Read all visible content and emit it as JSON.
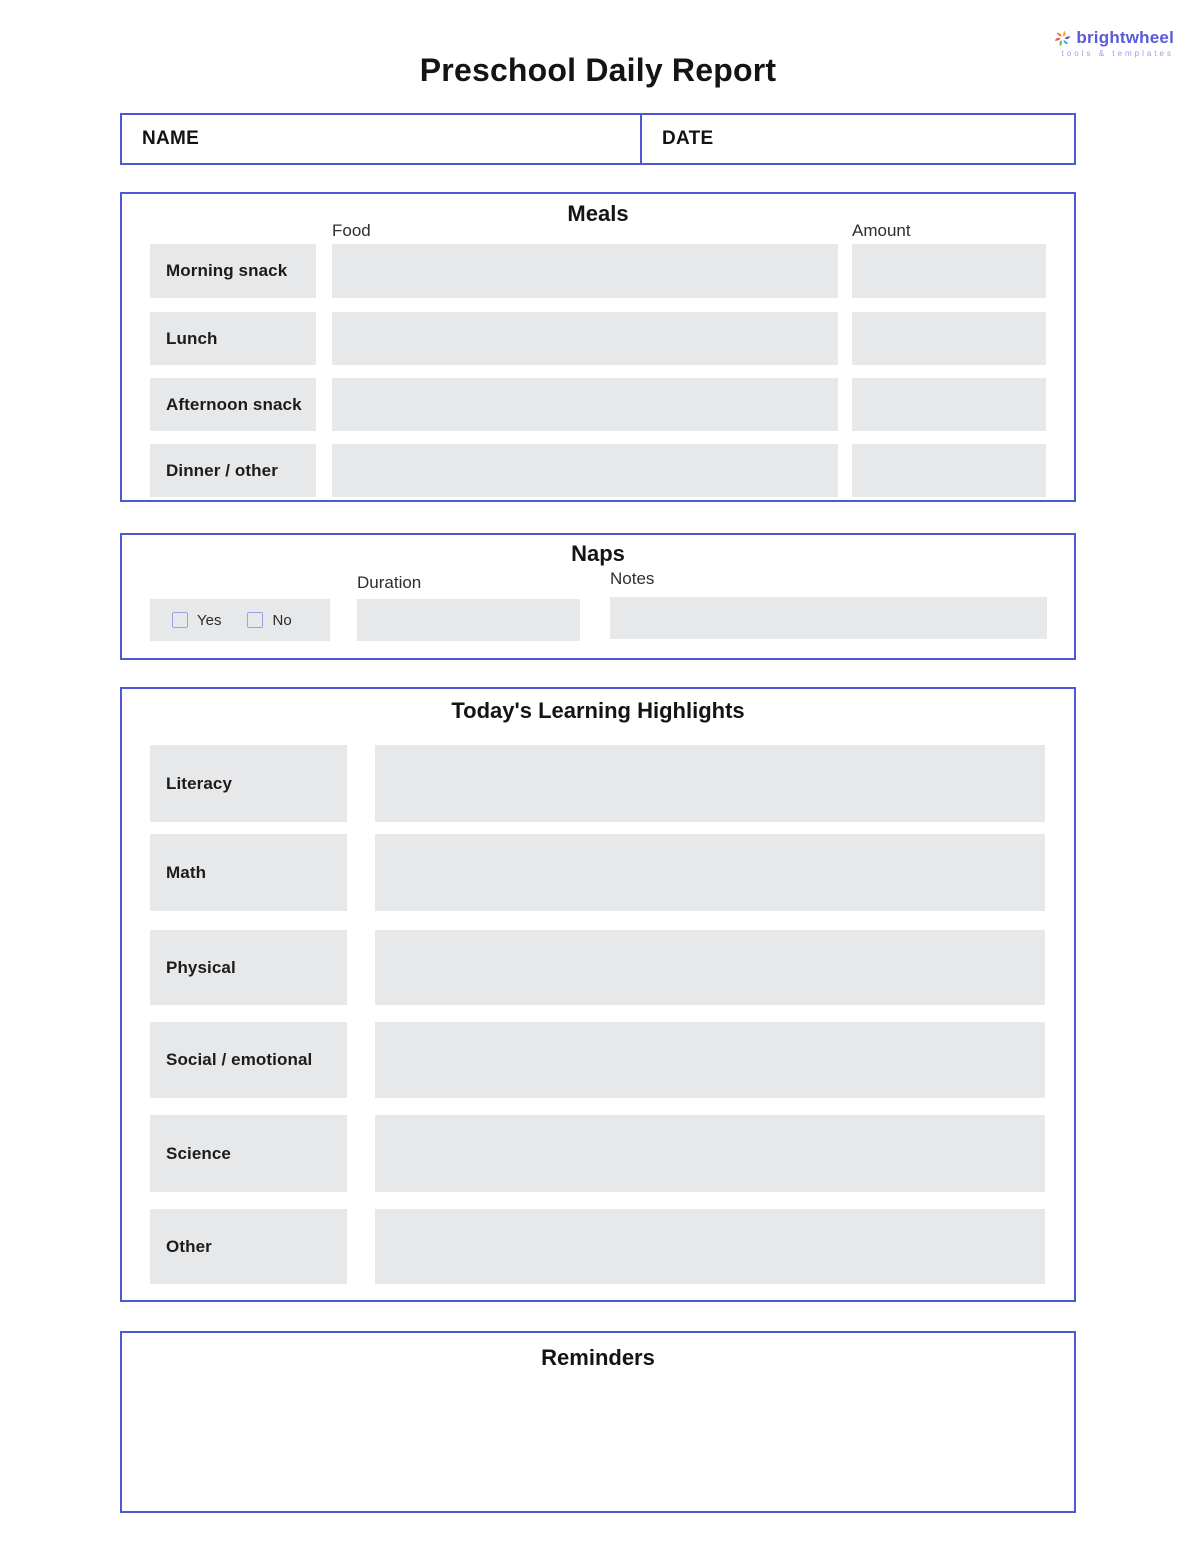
{
  "page": {
    "title": "Preschool Daily Report"
  },
  "logo": {
    "brand": "brightwheel",
    "tagline": "tools & templates"
  },
  "name_date": {
    "name_label": "NAME",
    "date_label": "DATE"
  },
  "meals": {
    "title": "Meals",
    "food_header": "Food",
    "amount_header": "Amount",
    "rows": [
      {
        "label": "Morning snack",
        "food": "",
        "amount": ""
      },
      {
        "label": "Lunch",
        "food": "",
        "amount": ""
      },
      {
        "label": "Afternoon snack",
        "food": "",
        "amount": ""
      },
      {
        "label": "Dinner / other",
        "food": "",
        "amount": ""
      }
    ]
  },
  "naps": {
    "title": "Naps",
    "duration_header": "Duration",
    "notes_header": "Notes",
    "yes_label": "Yes",
    "no_label": "No",
    "yes_checked": false,
    "no_checked": false,
    "duration_value": "",
    "notes_value": ""
  },
  "learning": {
    "title": "Today's Learning Highlights",
    "rows": [
      {
        "label": "Literacy",
        "value": ""
      },
      {
        "label": "Math",
        "value": ""
      },
      {
        "label": "Physical",
        "value": ""
      },
      {
        "label": "Social / emotional",
        "value": ""
      },
      {
        "label": "Science",
        "value": ""
      },
      {
        "label": "Other",
        "value": ""
      }
    ]
  },
  "reminders": {
    "title": "Reminders",
    "value": ""
  },
  "colors": {
    "section_border": "#4d59d4",
    "field_fill": "#e7e8ea",
    "checkbox_border": "#9ba2e2",
    "brand_purple": "#5a5bd7",
    "tagline_purple": "#9b9fe2",
    "text": "#1c1c1c"
  }
}
